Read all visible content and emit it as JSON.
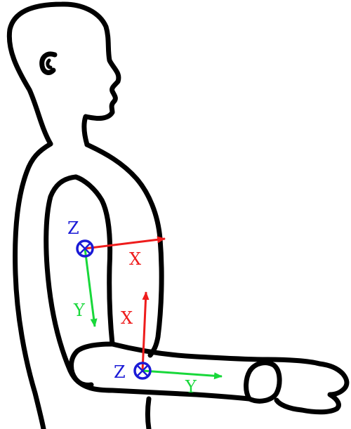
{
  "colors": {
    "outline": "#000000",
    "axis_x": "#ee1c1c",
    "axis_y": "#18d83a",
    "axis_z": "#1a1ad6"
  },
  "icons": {
    "frame_origin_symbol": "circle-with-cross",
    "axis_arrowhead": "triangle-arrowhead"
  },
  "shoulder_frame": {
    "x_label": "X",
    "y_label": "Y",
    "z_label": "Z"
  },
  "elbow_frame": {
    "x_label": "X",
    "y_label": "Y",
    "z_label": "Z"
  }
}
